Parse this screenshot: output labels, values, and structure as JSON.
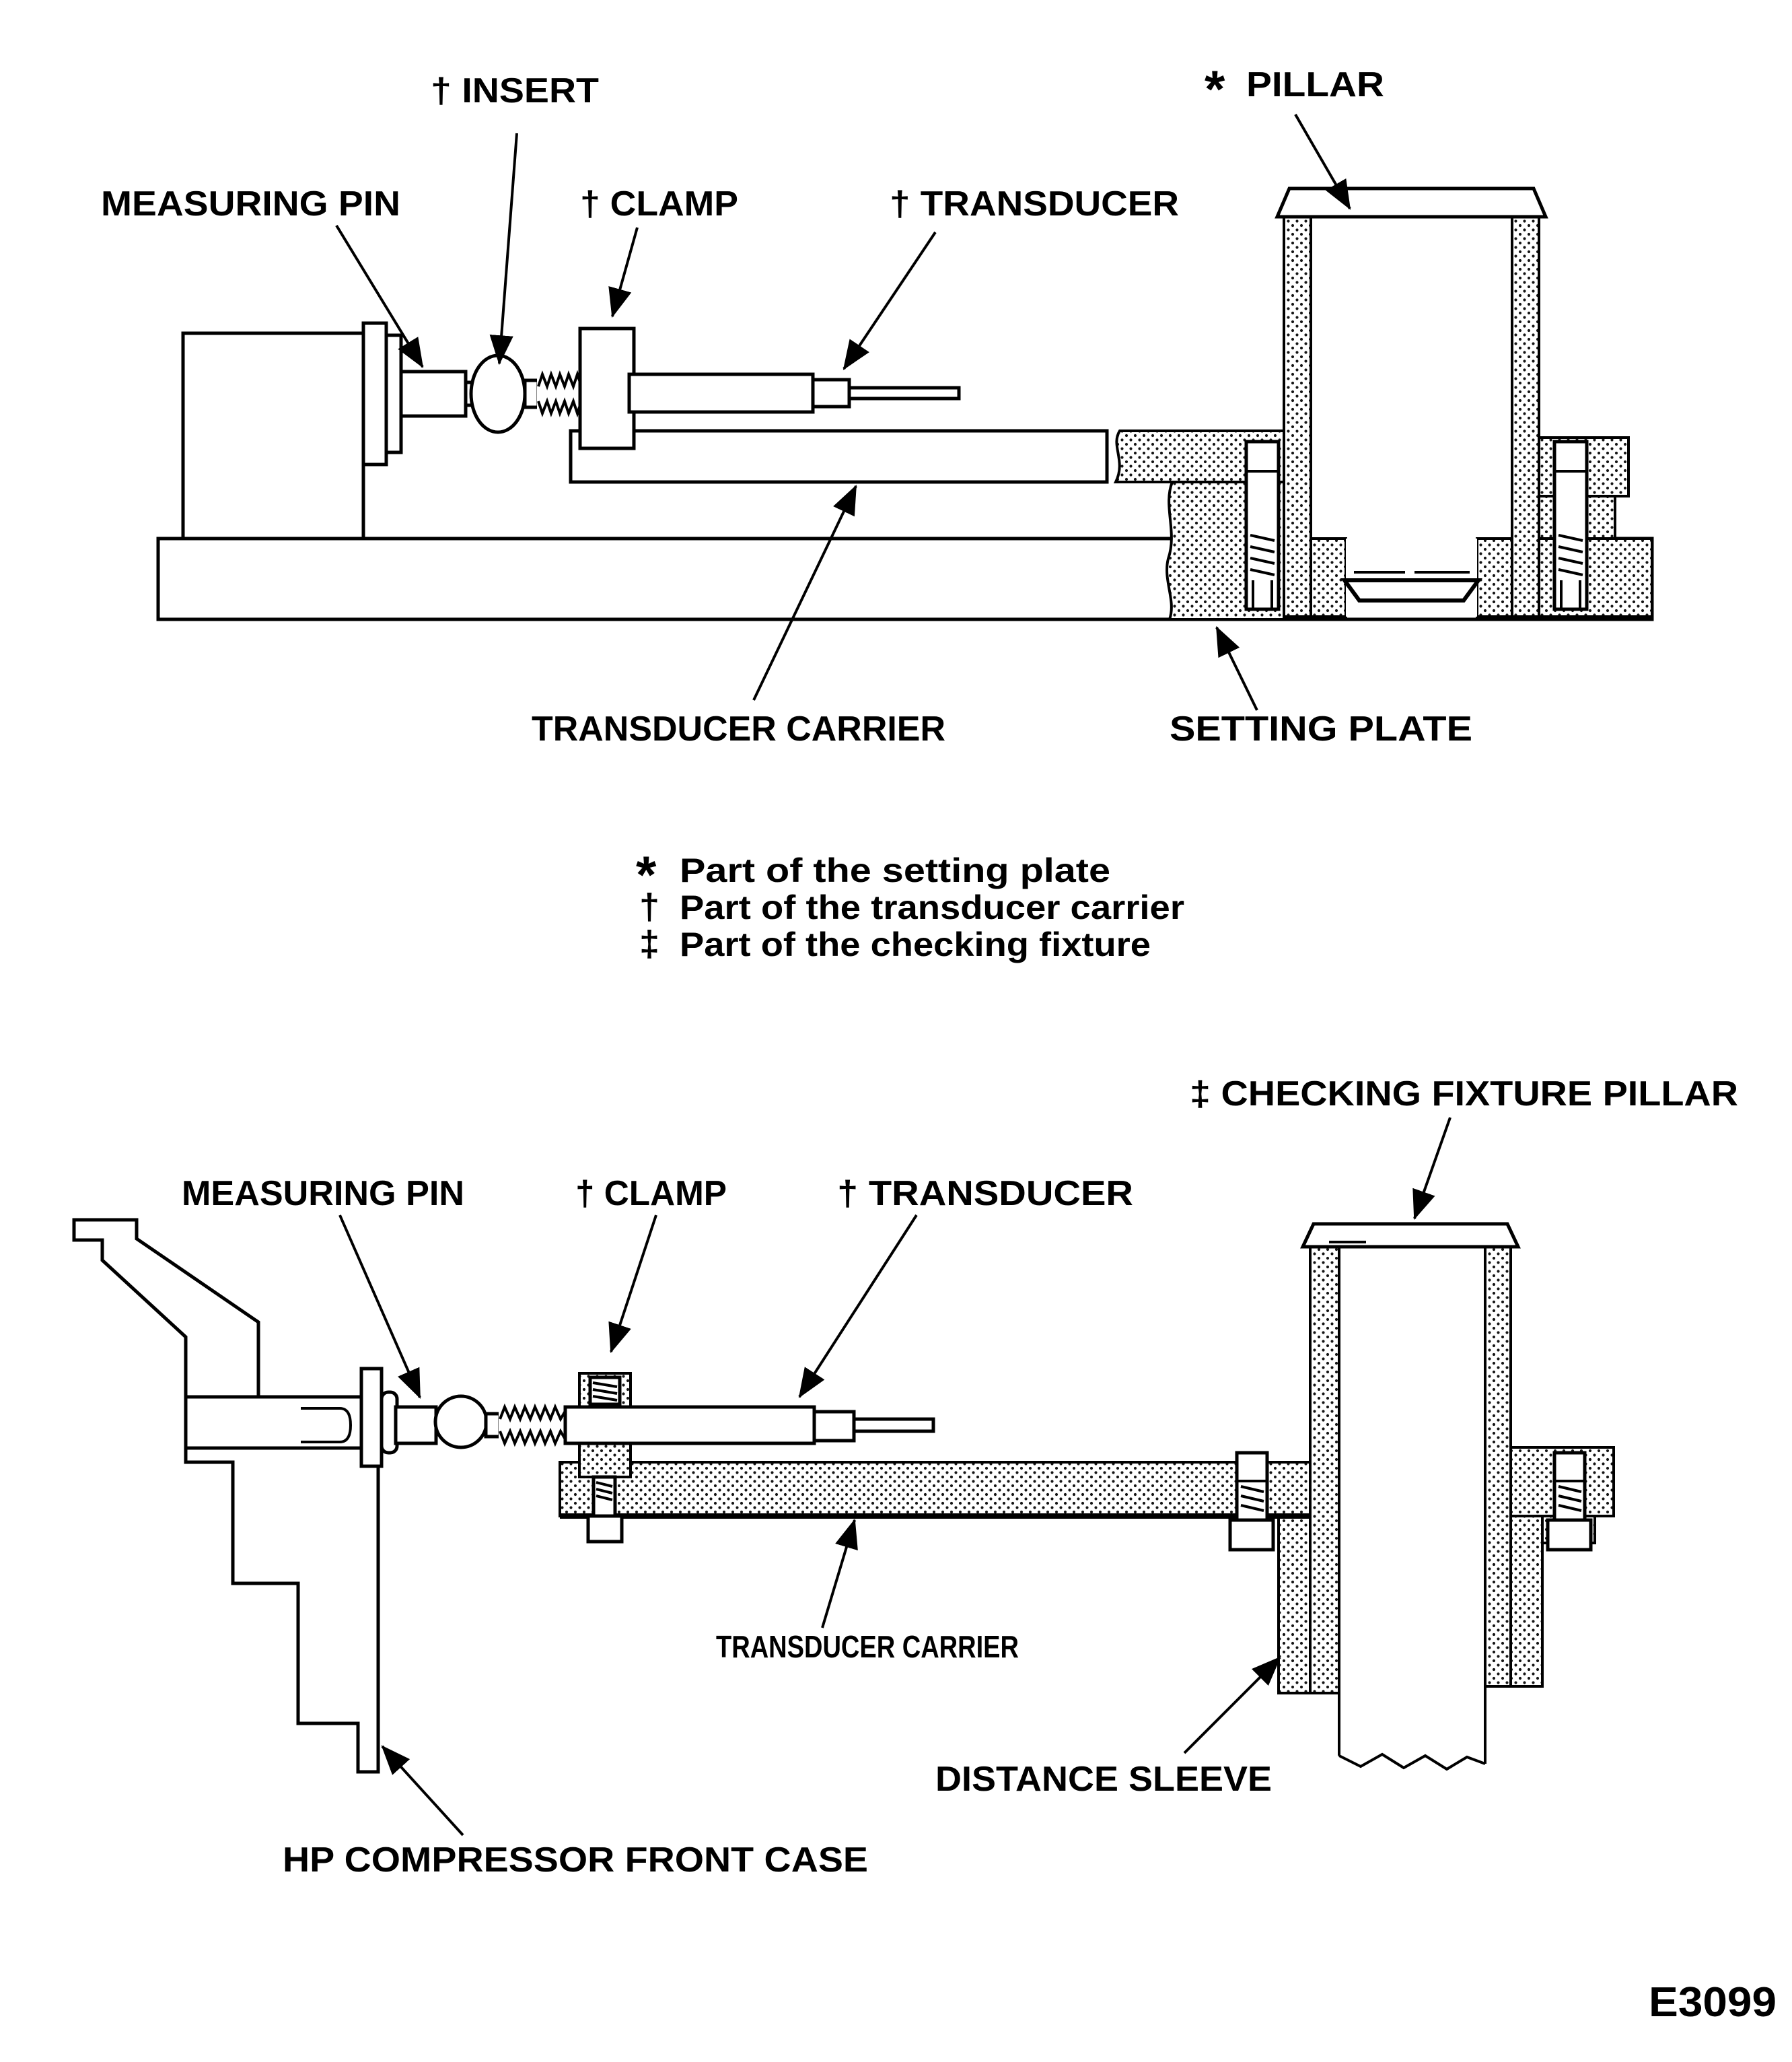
{
  "figure_code": "E3099",
  "legend": {
    "rows": [
      {
        "symbol": "*",
        "text": "Part of the setting plate"
      },
      {
        "symbol": "†",
        "text": "Part of the transducer carrier"
      },
      {
        "symbol": "‡",
        "text": "Part of the checking fixture"
      }
    ]
  },
  "top": {
    "insert": "† INSERT",
    "measuring_pin": "MEASURING PIN",
    "clamp": "† CLAMP",
    "transducer": "† TRANSDUCER",
    "pillar_symbol": "*",
    "pillar": "PILLAR",
    "transducer_carrier": "TRANSDUCER CARRIER",
    "setting_plate": "SETTING PLATE"
  },
  "bottom": {
    "measuring_pin": "MEASURING PIN",
    "clamp": "† CLAMP",
    "transducer": "† TRANSDUCER",
    "checking_fixture_pillar": "‡ CHECKING FIXTURE PILLAR",
    "transducer_carrier": "TRANSDUCER CARRIER",
    "distance_sleeve": "DISTANCE SLEEVE",
    "hp_compressor_front_case": "HP COMPRESSOR FRONT CASE"
  }
}
